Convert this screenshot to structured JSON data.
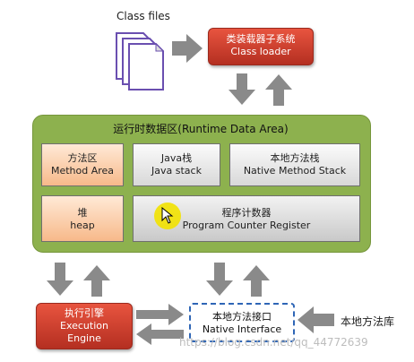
{
  "labels": {
    "class_files": "Class files",
    "class_loader_cn": "类装载器子系统",
    "class_loader_en": "Class loader",
    "runtime_area": "运行时数据区(Runtime Data Area)",
    "method_area_cn": "方法区",
    "method_area_en": "Method Area",
    "java_stack_cn": "Java栈",
    "java_stack_en": "Java stack",
    "native_stack_cn": "本地方法栈",
    "native_stack_en": "Native Method Stack",
    "heap_cn": "堆",
    "heap_en": "heap",
    "pc_cn": "程序计数器",
    "pc_en": "Program Counter Register",
    "exec_cn": "执行引擎",
    "exec_en1": "Execution",
    "exec_en2": "Engine",
    "native_if_cn": "本地方法接口",
    "native_if_en": "Native Interface",
    "native_lib": "本地方法库",
    "watermark": "https://blog.csdn.net/qq_44772639"
  },
  "colors": {
    "arrow": "#8a8a8a",
    "area_green": "#8db14e",
    "box_red": "#c73a2a",
    "orange_cell": "#f7b98a",
    "dashed_blue": "#2f66b6",
    "cursor_yellow": "#f2e200"
  },
  "icons": {
    "files": "document-stack-icon",
    "cursor": "move-cursor-icon"
  }
}
